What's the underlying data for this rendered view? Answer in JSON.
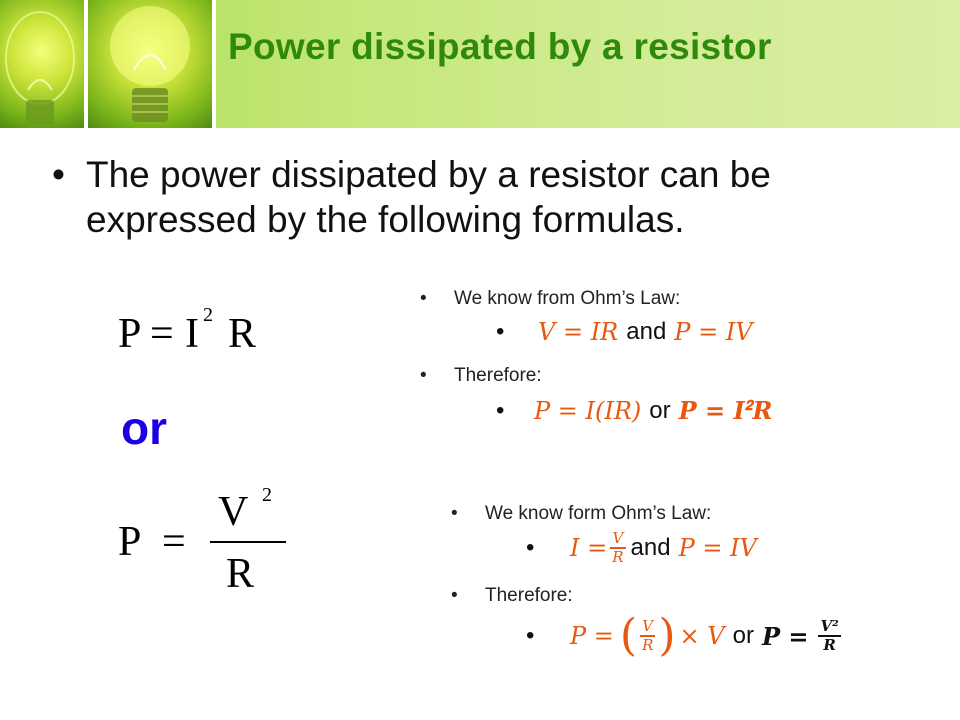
{
  "slide": {
    "title": "Power dissipated by a resistor",
    "bullet": "The power dissipated by a resistor can be expressed by the following formulas."
  },
  "formulas": {
    "p": "P",
    "eq": "=",
    "i": "I",
    "exp2": "2",
    "r": "R",
    "v": "V",
    "or": "or"
  },
  "block1": {
    "intro": "We know from Ohm’s Law:",
    "eq_left": "𝑉 = 𝐼𝑅",
    "and": "and",
    "eq_right": "𝑃 = 𝐼𝑉",
    "therefore": "Therefore:",
    "res_left": "𝑃 = 𝐼(𝐼𝑅)",
    "or": "or",
    "res_right_base": "𝑷 = 𝑰",
    "res_right_exp": "𝟐",
    "res_right_tail": "𝑹"
  },
  "block2": {
    "intro": "We know form Ohm’s Law:",
    "eq_left": "𝐼 =",
    "frac_num": "𝑉",
    "frac_den": "𝑅",
    "and": "and",
    "eq_right": "𝑃 = 𝐼𝑉",
    "therefore": "Therefore:",
    "res_left": "𝑃 =",
    "res_times": "× 𝑉",
    "or": "or",
    "res_right": "𝑷 =",
    "res_num": "𝑽²",
    "res_den": "𝑹"
  },
  "bullet_glyph": "•",
  "colors": {
    "title": "#2f8a0c",
    "header_band": "#c4e77a",
    "or_accent": "#1a00e6",
    "math_accent": "#e8580e"
  }
}
